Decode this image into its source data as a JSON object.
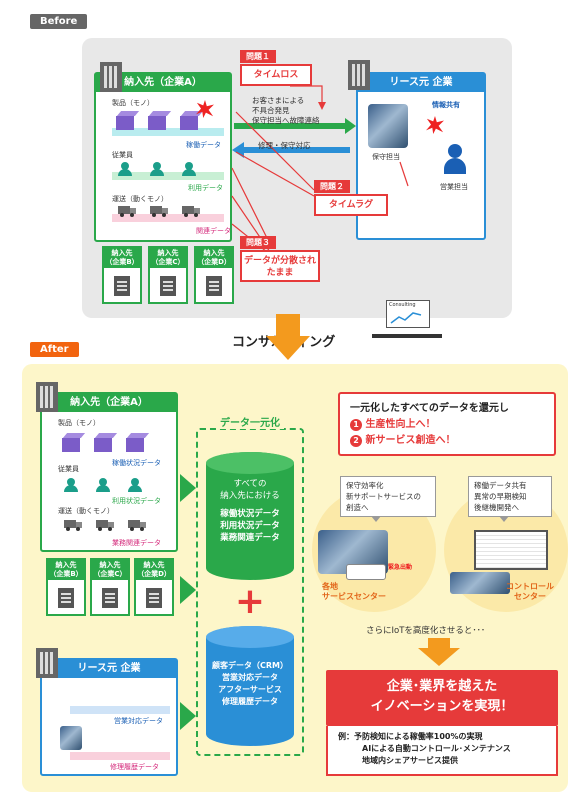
{
  "before": {
    "tag": "Before",
    "client": {
      "title": "納入先（企業A）",
      "goods_label": "製品（モノ）",
      "goods_data": "稼働データ",
      "staff_label": "従業員",
      "staff_data": "利用データ",
      "transport_label": "運送（動くモノ）",
      "transport_data": "関連データ",
      "sub": [
        {
          "line1": "納入先",
          "line2": "（企業B）"
        },
        {
          "line1": "納入先",
          "line2": "（企業C）"
        },
        {
          "line1": "納入先",
          "line2": "（企業D）"
        }
      ]
    },
    "lessor": {
      "title": "リース元 企業",
      "maintenance": "保守担当",
      "info_share": "情報共有",
      "sales": "営業担当"
    },
    "arrow_to_lessor": [
      "お客さまによる",
      "不具合発見",
      "保守担当へ故障連絡"
    ],
    "arrow_to_client": "修理・保守対応",
    "problems": [
      {
        "tag": "問題１",
        "text": "タイムロス"
      },
      {
        "tag": "問題２",
        "text": "タイムラグ"
      },
      {
        "tag": "問題３",
        "text": "データが分散されたまま"
      }
    ]
  },
  "consulting": {
    "label": "コンサルティング",
    "board": "Consulting"
  },
  "after": {
    "tag": "After",
    "client": {
      "title": "納入先（企業A）",
      "goods_label": "製品（モノ）",
      "goods_data": "稼働状況データ",
      "staff_label": "従業員",
      "staff_data": "利用状況データ",
      "transport_label": "運送（動くモノ）",
      "transport_data": "業務関連データ",
      "sub": [
        {
          "line1": "納入先",
          "line2": "（企業B）"
        },
        {
          "line1": "納入先",
          "line2": "（企業C）"
        },
        {
          "line1": "納入先",
          "line2": "（企業D）"
        }
      ]
    },
    "lessor": {
      "title": "リース元 企業",
      "sales_data": "営業対応データ",
      "repair_data": "修理履歴データ"
    },
    "unify": {
      "title": "データ一元化",
      "cyl1": [
        "すべての",
        "納入先における"
      ],
      "cyl1_items": [
        "稼働状況データ",
        "利用状況データ",
        "業務関連データ"
      ],
      "plus": "+",
      "cyl2_items": [
        "顧客データ（CRM）",
        "営業対応データ",
        "アフターサービス",
        "修理履歴データ"
      ]
    },
    "return": {
      "title": "一元化したすべてのデータを還元し",
      "items": [
        {
          "num": "1",
          "text": "生産性向上へ！"
        },
        {
          "num": "2",
          "text": "新サービス創造へ！"
        }
      ]
    },
    "bubble_left": [
      "保守効率化",
      "新サポートサービスの",
      "創造へ"
    ],
    "bubble_right": [
      "稼働データ共有",
      "異常の早期検知",
      "後継機開発へ"
    ],
    "emergency": "緊急出動",
    "center_left": [
      "各地",
      "サービスセンター"
    ],
    "center_right": [
      "コントロール",
      "センター"
    ],
    "iot": "さらにIoTを高度化させると･･･",
    "innovation": {
      "line1": "企業･業界を越えた",
      "line2": "イノベーションを実現！",
      "examples": [
        "例：予防検知による稼働率100%の実現",
        "AIによる自動コントロール･メンテナンス",
        "地域内シェアサービス提供"
      ]
    }
  }
}
